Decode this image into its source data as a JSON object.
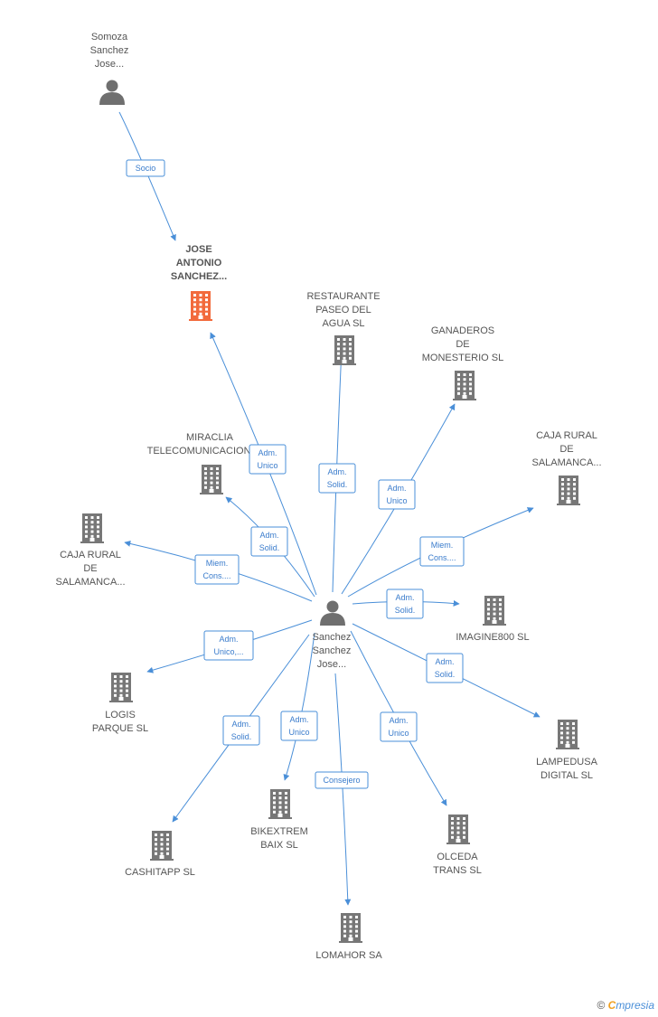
{
  "colors": {
    "edge": "#4a8fd8",
    "company_icon": "#777777",
    "focus_icon": "#f26a3c",
    "person_icon": "#6f6f6f"
  },
  "nodes": [
    {
      "id": "somoza",
      "kind": "person",
      "label": [
        "Somoza",
        "Sanchez",
        "Jose..."
      ]
    },
    {
      "id": "jose_antonio",
      "kind": "company-focus",
      "label": [
        "JOSE",
        "ANTONIO",
        "SANCHEZ..."
      ]
    },
    {
      "id": "restaurante",
      "kind": "company",
      "label": [
        "RESTAURANTE",
        "PASEO DEL",
        "AGUA SL"
      ]
    },
    {
      "id": "ganaderos",
      "kind": "company",
      "label": [
        "GANADEROS",
        "DE",
        "MONESTERIO SL"
      ]
    },
    {
      "id": "miraclia",
      "kind": "company",
      "label": [
        "MIRACLIA",
        "TELECOMUNICACIONES..."
      ]
    },
    {
      "id": "caja_right",
      "kind": "company",
      "label": [
        "CAJA RURAL",
        "DE",
        "SALAMANCA..."
      ]
    },
    {
      "id": "caja_left",
      "kind": "company",
      "label": [
        "CAJA RURAL",
        "DE",
        "SALAMANCA..."
      ]
    },
    {
      "id": "sanchez",
      "kind": "person",
      "label": [
        "Sanchez",
        "Sanchez",
        "Jose..."
      ]
    },
    {
      "id": "imagine800",
      "kind": "company",
      "label": [
        "IMAGINE800 SL"
      ]
    },
    {
      "id": "logis",
      "kind": "company",
      "label": [
        "LOGIS",
        "PARQUE SL"
      ]
    },
    {
      "id": "lampedusa",
      "kind": "company",
      "label": [
        "LAMPEDUSA",
        "DIGITAL SL"
      ]
    },
    {
      "id": "bikextrem",
      "kind": "company",
      "label": [
        "BIKEXTREM",
        "BAIX  SL"
      ]
    },
    {
      "id": "olceda",
      "kind": "company",
      "label": [
        "OLCEDA",
        "TRANS SL"
      ]
    },
    {
      "id": "cashitapp",
      "kind": "company",
      "label": [
        "CASHITAPP SL"
      ]
    },
    {
      "id": "lomahor",
      "kind": "company",
      "label": [
        "LOMAHOR SA"
      ]
    }
  ],
  "edges": [
    {
      "from": "somoza",
      "to": "jose_antonio",
      "label": [
        "Socio"
      ]
    },
    {
      "from": "sanchez",
      "to": "jose_antonio",
      "label": [
        "Adm.",
        "Unico"
      ]
    },
    {
      "from": "sanchez",
      "to": "restaurante",
      "label": [
        "Adm.",
        "Solid."
      ]
    },
    {
      "from": "sanchez",
      "to": "ganaderos",
      "label": [
        "Adm.",
        "Unico"
      ]
    },
    {
      "from": "sanchez",
      "to": "miraclia",
      "label": [
        "Adm.",
        "Solid."
      ]
    },
    {
      "from": "sanchez",
      "to": "caja_right",
      "label": [
        "Miem.",
        "Cons...."
      ]
    },
    {
      "from": "sanchez",
      "to": "caja_left",
      "label": [
        "Miem.",
        "Cons...."
      ]
    },
    {
      "from": "sanchez",
      "to": "imagine800",
      "label": [
        "Adm.",
        "Solid."
      ]
    },
    {
      "from": "sanchez",
      "to": "logis",
      "label": [
        "Adm.",
        "Unico,..."
      ]
    },
    {
      "from": "sanchez",
      "to": "lampedusa",
      "label": [
        "Adm.",
        "Solid."
      ]
    },
    {
      "from": "sanchez",
      "to": "bikextrem",
      "label": [
        "Adm.",
        "Unico"
      ]
    },
    {
      "from": "sanchez",
      "to": "olceda",
      "label": [
        "Adm.",
        "Unico"
      ]
    },
    {
      "from": "sanchez",
      "to": "cashitapp",
      "label": [
        "Adm.",
        "Solid."
      ]
    },
    {
      "from": "sanchez",
      "to": "lomahor",
      "label": [
        "Consejero"
      ]
    }
  ],
  "footer": {
    "copyright": "©",
    "brand_first": "C",
    "brand_rest": "mpresia"
  }
}
